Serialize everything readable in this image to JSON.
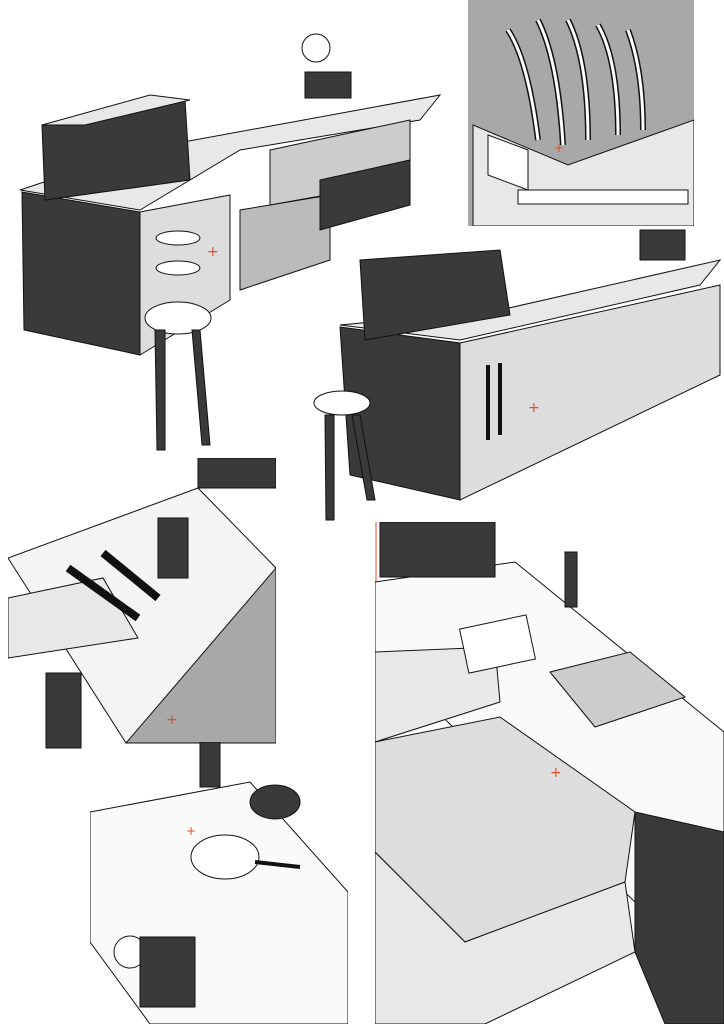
{
  "colors": {
    "background": "#ffffff",
    "line": "#111111",
    "dark_face": "#3a3a3a",
    "mid_face": "#9a9a9a",
    "light_face": "#e8e8e8",
    "panel_gray": "#a8a8a8",
    "marker": "#e0502a"
  },
  "panels": [
    {
      "id": "island-open"
    },
    {
      "id": "dish-rack"
    },
    {
      "id": "island-closed"
    },
    {
      "id": "sink-detail"
    },
    {
      "id": "cooktop-detail"
    },
    {
      "id": "drawer-detail"
    }
  ]
}
